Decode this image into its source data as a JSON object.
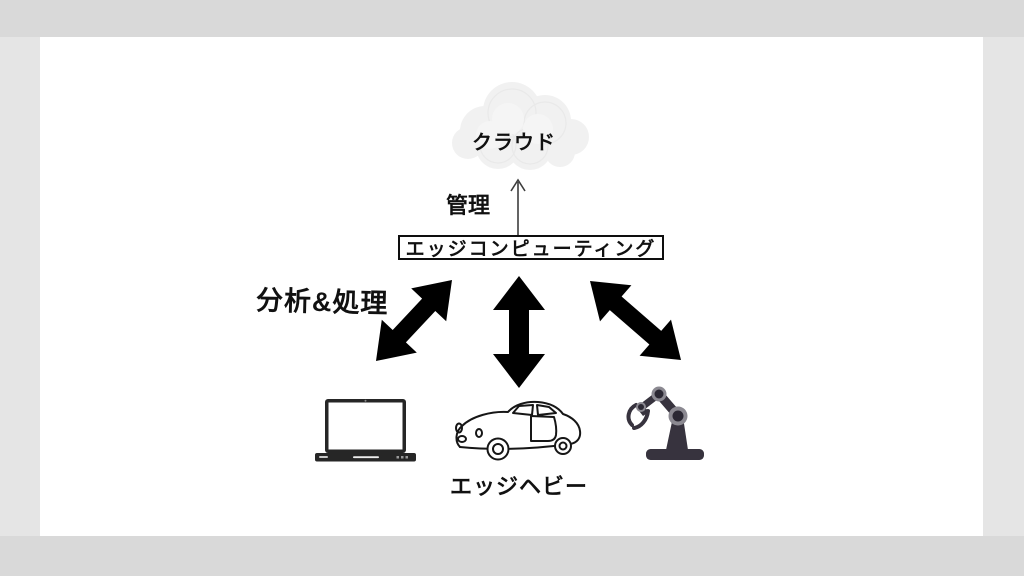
{
  "slide": {
    "cloud_label": "クラウド",
    "manage_label": "管理",
    "edge_computing_label": "エッジコンピューティング",
    "analyze_label": "分析&処理",
    "edge_heavy_label": "エッジヘビー"
  },
  "icons": [
    {
      "name": "cloud-icon"
    },
    {
      "name": "up-arrow-icon"
    },
    {
      "name": "double-arrow-left-icon"
    },
    {
      "name": "double-arrow-middle-icon"
    },
    {
      "name": "double-arrow-right-icon"
    },
    {
      "name": "laptop-icon"
    },
    {
      "name": "car-icon"
    },
    {
      "name": "robot-arm-icon"
    }
  ],
  "colors": {
    "arrow": "#000000",
    "text": "#111111",
    "cloud_fill": "#f1f1f1",
    "box_border": "#0e0e0e",
    "laptop_dark": "#262626",
    "robot_body": "#37333e",
    "robot_joint": "#8b8991",
    "frame_band": "#d9d9d9",
    "frame_side": "#e5e5e5",
    "slide_background": "#ffffff"
  }
}
